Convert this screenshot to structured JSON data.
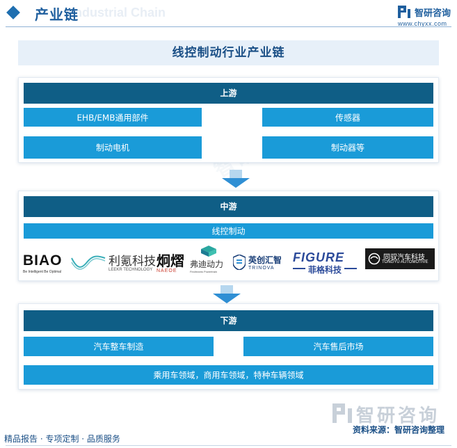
{
  "header": {
    "title": "产业链",
    "subtitle_en": "Industrial Chain",
    "brand_name": "智研咨询",
    "brand_url": "www.chyxx.com"
  },
  "chart_title": "线控制动行业产业链",
  "upstream": {
    "label": "上游",
    "items": [
      "EHB/EMB通用部件",
      "传感器",
      "制动电机",
      "制动器等"
    ]
  },
  "midstream": {
    "label": "中游",
    "item": "线控制动",
    "company_logos": [
      {
        "name_en": "BIAO",
        "tagline": "Be Intelligent Be Optimal"
      },
      {
        "name_cn": "利氪科技",
        "name_en": "LEEKR TECHNOLOGY"
      },
      {
        "name_cn": "炯熠",
        "name_en": "NAEOE"
      },
      {
        "name_cn": "弗迪动力",
        "name_en": "Findreams Powertrain"
      },
      {
        "name_cn": "英创汇智",
        "name_en": "TRINOVA"
      },
      {
        "name_en": "FIGURE",
        "name_cn": "菲格科技"
      },
      {
        "name_cn": "同驭汽车科技",
        "name_en": "TONGYU AUTOMOTIVE"
      }
    ]
  },
  "downstream": {
    "label": "下游",
    "items": [
      "汽车整车制造",
      "汽车售后市场"
    ],
    "wide_item": "乘用车领域，商用车领域，特种车辆领域"
  },
  "footer": {
    "tagline": "精品报告 · 专项定制 · 品质服务",
    "brand_name": "智研咨询",
    "source": "资料来源：智研咨询整理"
  },
  "colors": {
    "section_head": "#0f5e86",
    "box": "#1a9bd8",
    "title_bg": "#e7f0f9",
    "arrow": "#2f8fd4"
  }
}
